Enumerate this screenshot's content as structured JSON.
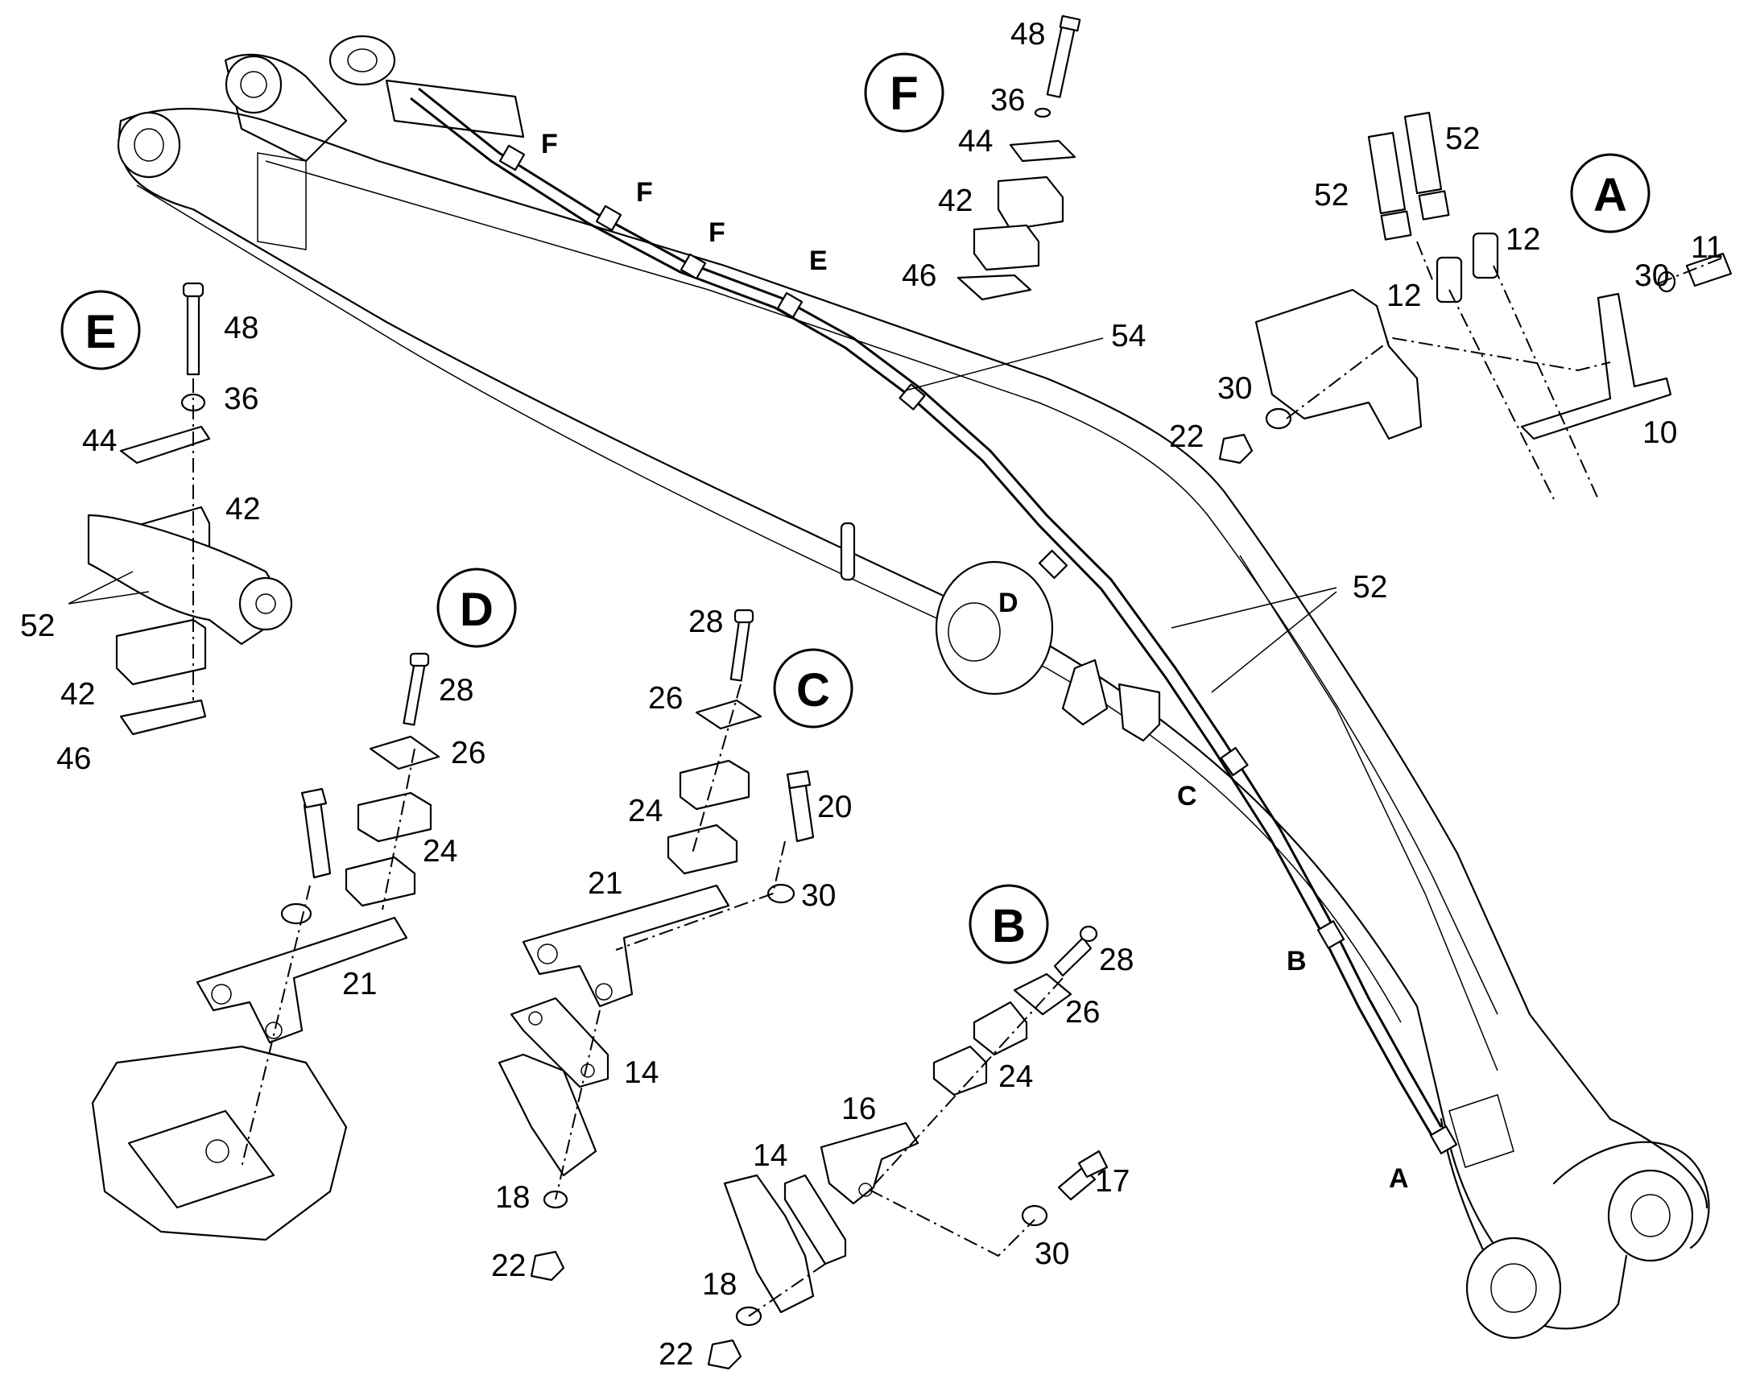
{
  "callouts": {
    "a": "A",
    "b": "B",
    "c": "C",
    "d": "D",
    "e": "E",
    "f": "F"
  },
  "boom_marks": {
    "f1": "F",
    "f2": "F",
    "f3": "F",
    "e": "E",
    "d": "D",
    "c": "C",
    "b": "B",
    "a": "A"
  },
  "labels": {
    "boom": {
      "hose_52": "52",
      "hose_54": "54"
    },
    "detail_f": {
      "bolt": "48",
      "washer": "36",
      "plate": "44",
      "clamp": "42",
      "base": "46"
    },
    "detail_a": {
      "hose_left": "52",
      "hose_right": "52",
      "fitting_left": "12",
      "fitting_right": "12",
      "bolt": "11",
      "washer": "30",
      "bracket": "10",
      "washer_2": "30",
      "nut": "22"
    },
    "detail_e": {
      "bolt": "48",
      "washer": "36",
      "plate": "44",
      "clamp_top": "42",
      "hoses": "52",
      "clamp_bottom": "42",
      "base": "46"
    },
    "detail_d": {
      "bolt": "28",
      "plate": "26",
      "clamp": "24",
      "bracket": "21"
    },
    "detail_c": {
      "bolt": "28",
      "plate": "26",
      "clamp": "24",
      "bolt_2": "20",
      "washer": "30",
      "bracket": "21",
      "spacer": "14",
      "washer_2": "18",
      "nut": "22"
    },
    "detail_b": {
      "bolt": "28",
      "plate": "26",
      "clamp": "24",
      "bracket": "16",
      "spacer": "14",
      "bolt_2": "17",
      "washer": "30",
      "washer_2": "18",
      "nut": "22"
    }
  }
}
